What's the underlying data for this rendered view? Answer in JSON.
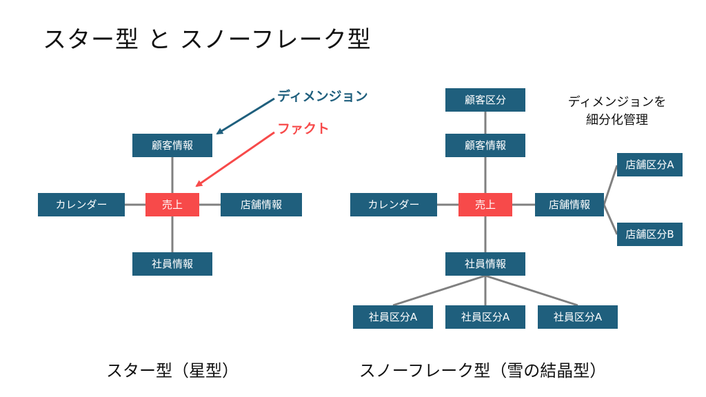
{
  "title": "スター型 と スノーフレーク型",
  "legend": {
    "dimension_label": "ディメンジョン",
    "fact_label": "ファクト"
  },
  "star": {
    "fact": "売上",
    "top": "顧客情報",
    "left": "カレンダー",
    "right": "店舗情報",
    "bottom": "社員情報",
    "caption": "スター型（星型）"
  },
  "snowflake": {
    "fact": "売上",
    "top_sub": "顧客区分",
    "top": "顧客情報",
    "left": "カレンダー",
    "right": "店舗情報",
    "right_sub_a": "店舗区分A",
    "right_sub_b": "店舗区分B",
    "bottom": "社員情報",
    "bottom_subs": [
      "社員区分A",
      "社員区分A",
      "社員区分A"
    ],
    "note_line1": "ディメンジョンを",
    "note_line2": "細分化管理",
    "caption": "スノーフレーク型（雪の結晶型）"
  },
  "colors": {
    "dimension_box": "#1f5f7d",
    "fact_box": "#f74a4a",
    "dimension_label": "#1f5f7d",
    "fact_label": "#f74a4a",
    "connector": "#808080"
  }
}
